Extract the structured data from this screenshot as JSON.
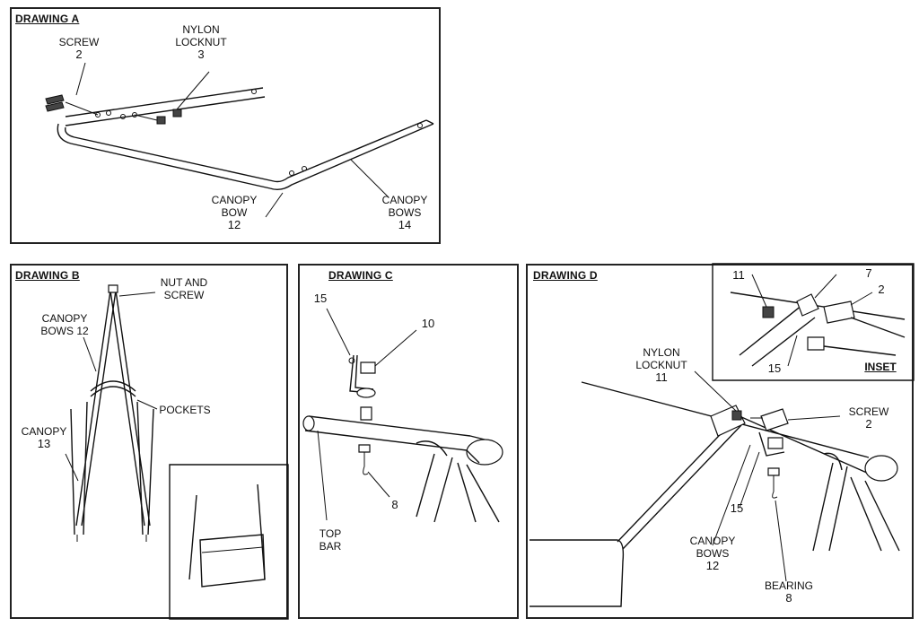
{
  "drawing_a": {
    "title": "DRAWING A",
    "screw": {
      "name": "SCREW",
      "num": "2"
    },
    "nylon_locknut": {
      "name_l1": "NYLON",
      "name_l2": "LOCKNUT",
      "num": "3"
    },
    "canopy_bow": {
      "name_l1": "CANOPY",
      "name_l2": "BOW",
      "num": "12"
    },
    "canopy_bows": {
      "name_l1": "CANOPY",
      "name_l2": "BOWS",
      "num": "14"
    }
  },
  "drawing_b": {
    "title": "DRAWING B",
    "nut_and_screw": {
      "name_l1": "NUT AND",
      "name_l2": "SCREW"
    },
    "canopy_bows": {
      "name_l1": "CANOPY",
      "name_l2": "BOWS 12"
    },
    "pockets": "POCKETS",
    "canopy": {
      "name": "CANOPY",
      "num": "13"
    }
  },
  "drawing_c": {
    "title": "DRAWING C",
    "part_15": "15",
    "part_10": "10",
    "part_8": "8",
    "top_bar": {
      "name_l1": "TOP",
      "name_l2": "BAR"
    }
  },
  "drawing_d": {
    "title": "DRAWING D",
    "inset": {
      "label": "INSET",
      "num_11": "11",
      "num_7": "7",
      "num_2": "2",
      "num_15": "15"
    },
    "nylon_locknut": {
      "name_l1": "NYLON",
      "name_l2": "LOCKNUT",
      "num": "11"
    },
    "screw": {
      "name": "SCREW",
      "num": "2"
    },
    "part_15": "15",
    "canopy_bows": {
      "name_l1": "CANOPY",
      "name_l2": "BOWS",
      "num": "12"
    },
    "bearing": {
      "name": "BEARING",
      "num": "8"
    }
  }
}
